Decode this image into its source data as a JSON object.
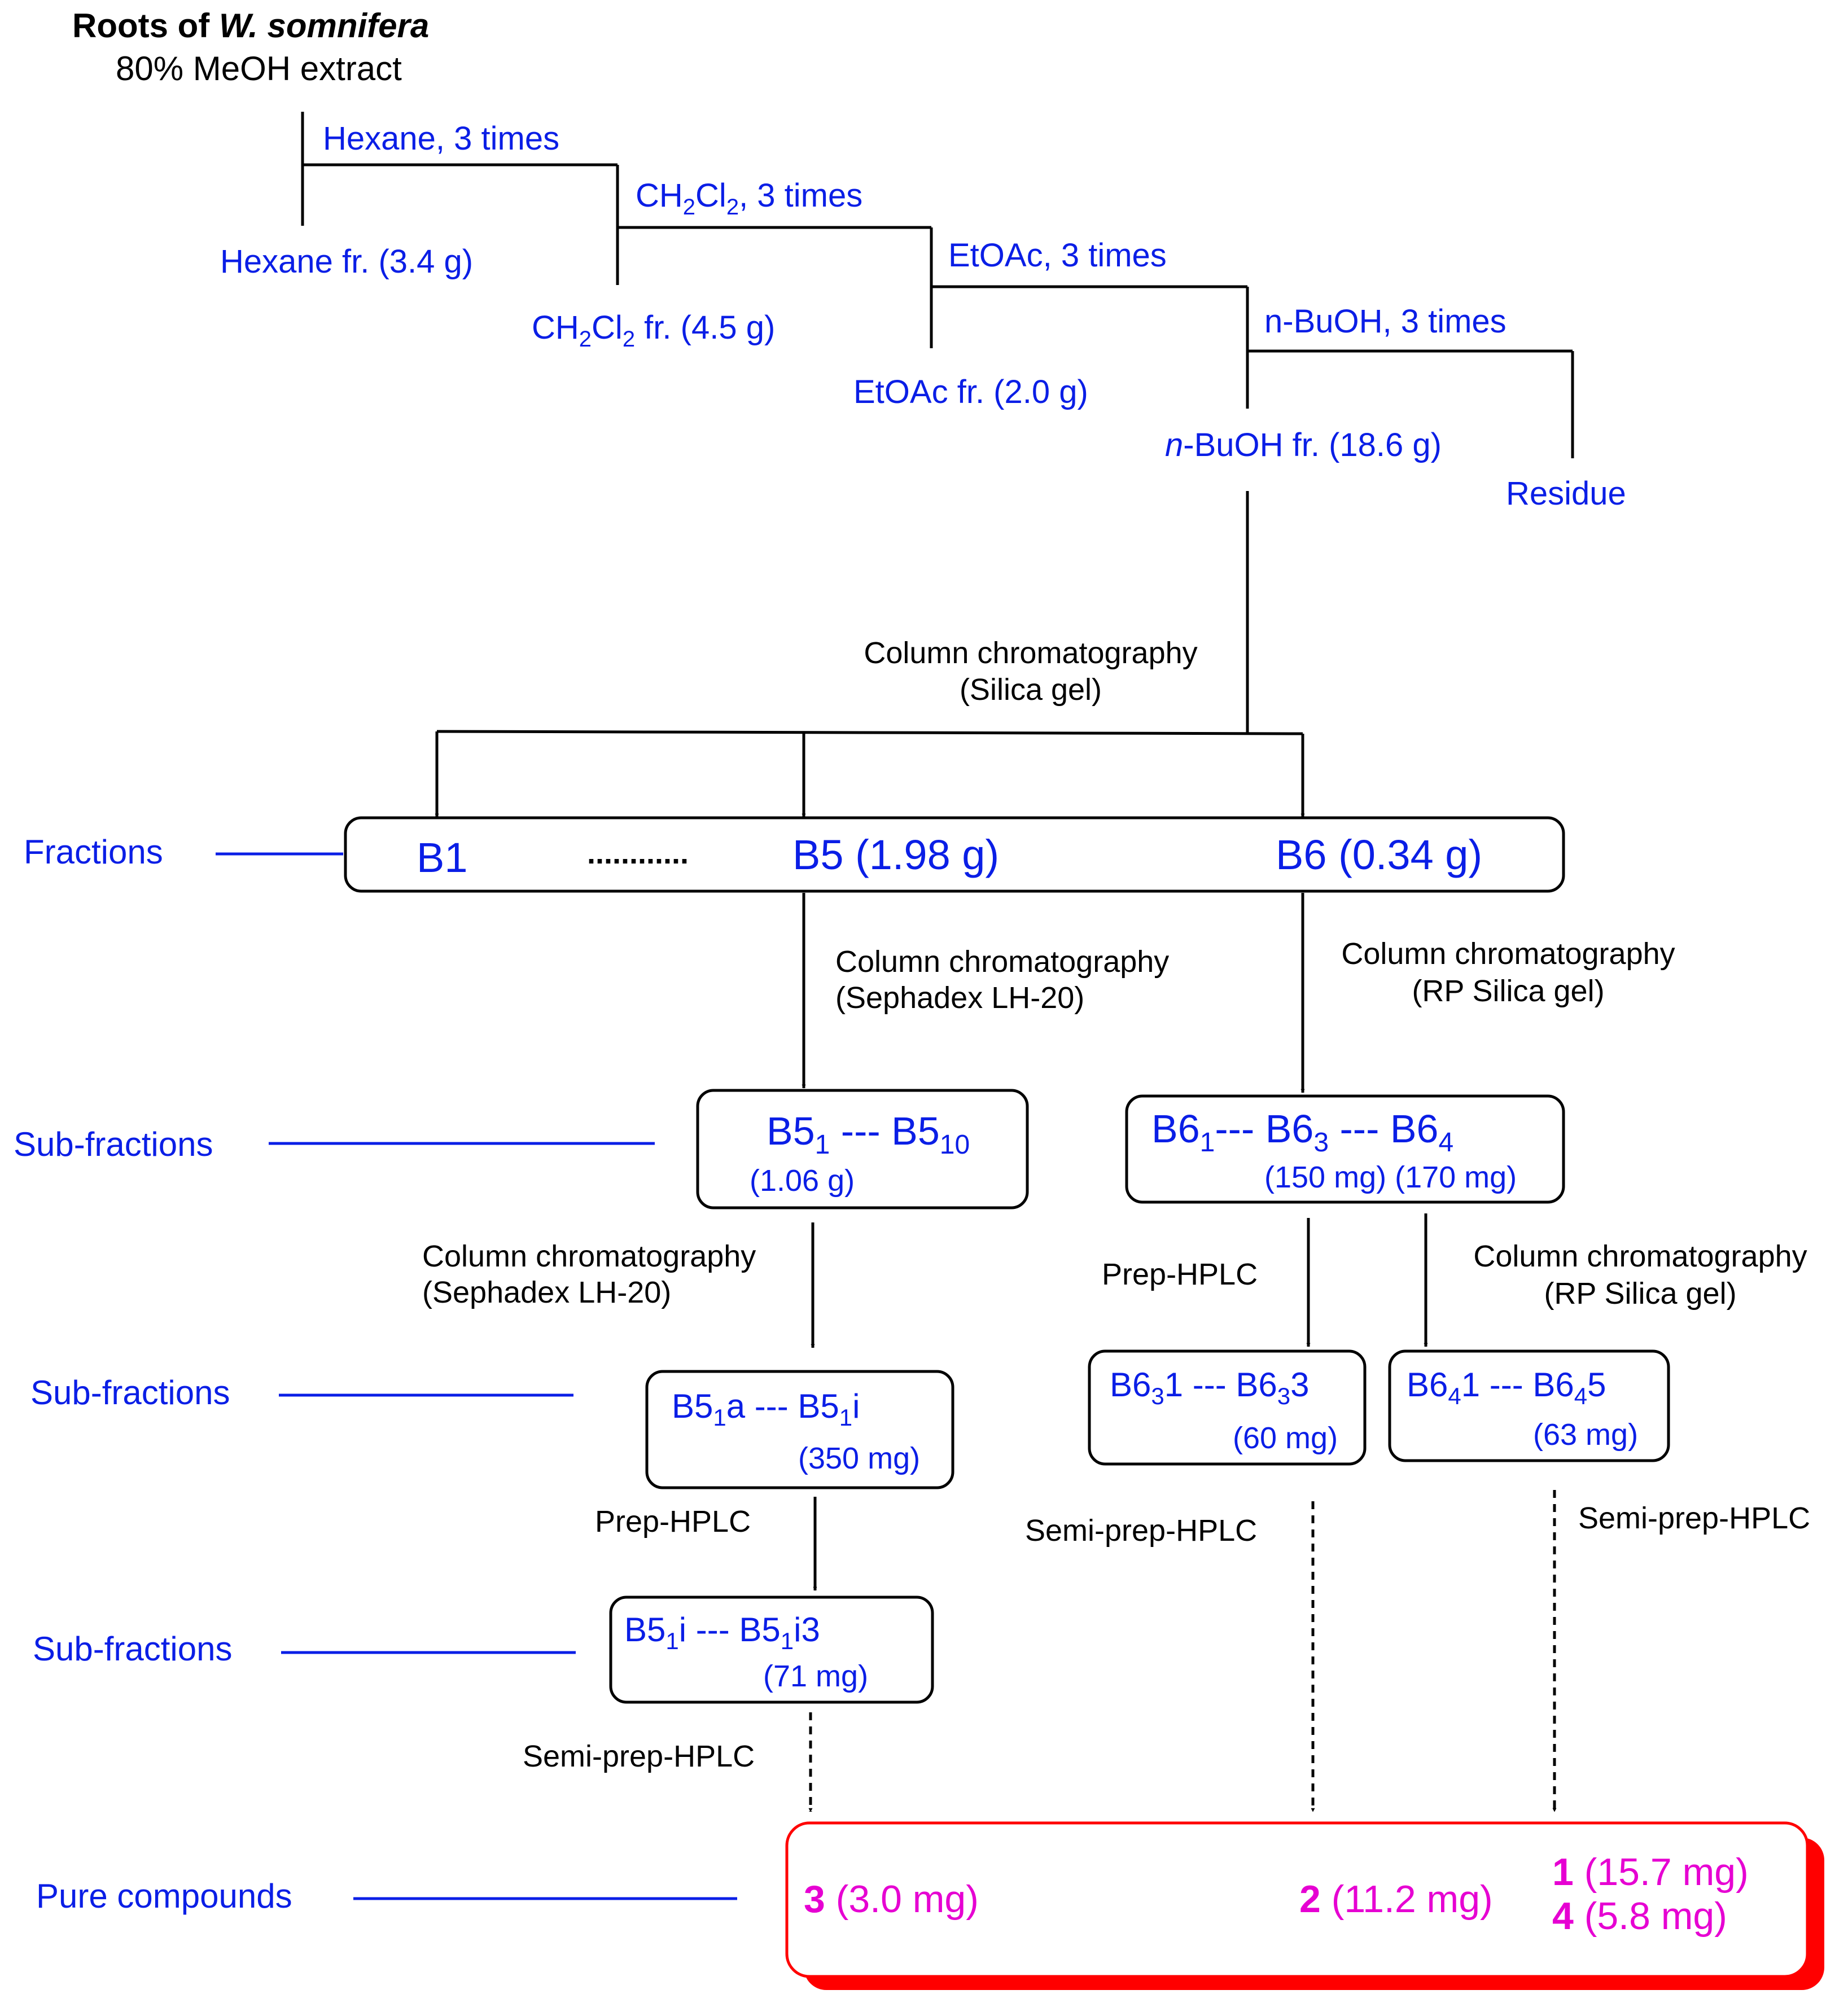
{
  "colors": {
    "text": "#000000",
    "fraction_text": "#0a1ee6",
    "compound_text": "#e600d2",
    "compound_box": "#ff0000"
  },
  "header": {
    "title_prefix": "Roots of ",
    "title_species": "W. somnifera",
    "extract": "80% MeOH extract"
  },
  "partition": {
    "hexane_solvent": "Hexane, 3 times",
    "hexane_fraction": "Hexane fr. (3.4 g)",
    "ch2cl2_solvent_a": "CH",
    "ch2cl2_solvent_b": "2",
    "ch2cl2_solvent_c": "Cl",
    "ch2cl2_solvent_d": "2",
    "ch2cl2_solvent_e": ", 3 times",
    "ch2cl2_fraction_a": "CH",
    "ch2cl2_fraction_b": "2",
    "ch2cl2_fraction_c": "Cl",
    "ch2cl2_fraction_d": "2",
    "ch2cl2_fraction_e": " fr. (4.5 g)",
    "etoac_solvent": "EtOAc, 3 times",
    "etoac_fraction": "EtOAc fr. (2.0 g)",
    "buoh_solvent": "n-BuOH, 3 times",
    "buoh_fraction_italic": "n",
    "buoh_fraction_rest": "-BuOH fr. (18.6 g)",
    "residue": "Residue"
  },
  "steps": {
    "cc_silica_1": "Column chromatography",
    "cc_silica_2": "(Silica gel)",
    "cc_lh20_b5_1": "Column chromatography",
    "cc_lh20_b5_2": "(Sephadex LH-20)",
    "cc_rp_b6_1": "Column chromatography",
    "cc_rp_b6_2": "(RP Silica gel)",
    "cc_lh20_b51_1": "Column chromatography",
    "cc_lh20_b51_2": "(Sephadex LH-20)",
    "prep_hplc_b63": "Prep-HPLC",
    "cc_rp_b64_1": "Column chromatography",
    "cc_rp_b64_2": "(RP Silica gel)",
    "prep_hplc_b51a": "Prep-HPLC",
    "semi_b63": "Semi-prep-HPLC",
    "semi_b64": "Semi-prep-HPLC",
    "semi_b51i": "Semi-prep-HPLC"
  },
  "side_labels": {
    "fractions": "Fractions",
    "sub1": "Sub-fractions",
    "sub2": "Sub-fractions",
    "sub3": "Sub-fractions",
    "pure": "Pure compounds"
  },
  "fractions_box": {
    "b1": "B1",
    "dots": "............",
    "b5": "B5 (1.98 g)",
    "b6": "B6 (0.34 g)"
  },
  "b5_sub": {
    "a": "B5",
    "a_sub": "1",
    "mid": " --- B5",
    "b_sub": "10",
    "mass": "(1.06 g)"
  },
  "b6_sub": {
    "a": "B6",
    "a_sub": "1",
    "mid1": "--- B6",
    "b_sub": "3",
    "mid2": " --- B6",
    "c_sub": "4",
    "mass": "(150 mg) (170 mg)"
  },
  "b51a_sub": {
    "a": "B5",
    "a_sub": "1",
    "a_end": "a --- B5",
    "b_sub": "1",
    "b_end": "i",
    "mass": "(350 mg)"
  },
  "b63_sub": {
    "a": "B6",
    "a_sub": "3",
    "a_end": "1 --- B6",
    "b_sub": "3",
    "b_end": "3",
    "mass": "(60 mg)"
  },
  "b64_sub": {
    "a": "B6",
    "a_sub": "4",
    "a_end": "1 --- B6",
    "b_sub": "4",
    "b_end": "5",
    "mass": "(63 mg)"
  },
  "b51i_sub": {
    "a": "B5",
    "a_sub": "1",
    "a_end": "i --- B5",
    "b_sub": "1",
    "b_end": "i3",
    "mass": "(71 mg)"
  },
  "compounds": [
    {
      "num": "3",
      "mass": " (3.0 mg)"
    },
    {
      "num": "2",
      "mass": " (11.2 mg)"
    },
    {
      "num": "1",
      "mass": " (15.7 mg)"
    },
    {
      "num": "4",
      "mass": " (5.8 mg)"
    }
  ]
}
